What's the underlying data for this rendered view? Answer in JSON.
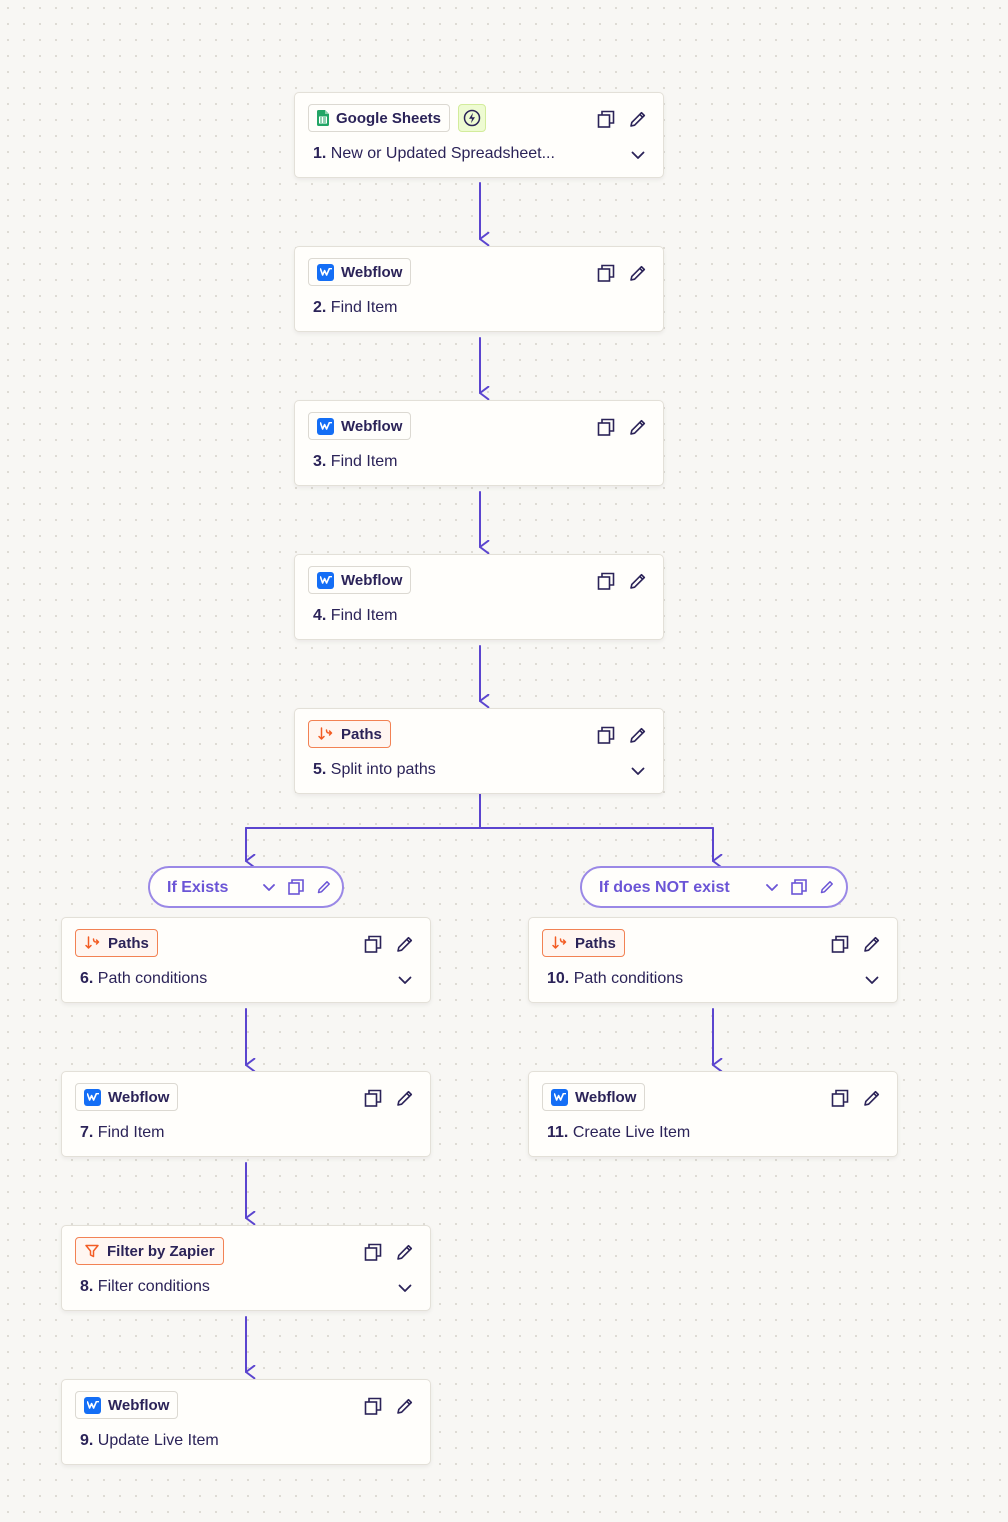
{
  "colors": {
    "wire": "#5b45cf",
    "branch_border": "#9a88e6",
    "branch_text": "#6b55d6",
    "webflow_blue": "#146ef5",
    "paths_orange": "#f25c24",
    "sheets_green": "#23a566",
    "trigger_bolt_bg": "#eefbd2",
    "text": "#2b2358"
  },
  "icons": {
    "copy": "copy-icon",
    "edit": "pencil-icon",
    "expand": "chevron-down-icon",
    "trigger": "bolt-icon",
    "sheets": "google-sheets-icon",
    "webflow": "webflow-icon",
    "paths": "paths-icon",
    "filter": "filter-icon"
  },
  "steps": [
    {
      "id": 1,
      "app": "Google Sheets",
      "kind": "sheets",
      "number": "1.",
      "title": "New or Updated Spreadsheet...",
      "expandable": true,
      "trigger": true
    },
    {
      "id": 2,
      "app": "Webflow",
      "kind": "webflow",
      "number": "2.",
      "title": "Find Item",
      "expandable": false
    },
    {
      "id": 3,
      "app": "Webflow",
      "kind": "webflow",
      "number": "3.",
      "title": "Find Item",
      "expandable": false
    },
    {
      "id": 4,
      "app": "Webflow",
      "kind": "webflow",
      "number": "4.",
      "title": "Find Item",
      "expandable": false
    },
    {
      "id": 5,
      "app": "Paths",
      "kind": "paths",
      "number": "5.",
      "title": "Split into paths",
      "expandable": true
    },
    {
      "id": 6,
      "app": "Paths",
      "kind": "paths",
      "number": "6.",
      "title": "Path conditions",
      "expandable": true
    },
    {
      "id": 7,
      "app": "Webflow",
      "kind": "webflow",
      "number": "7.",
      "title": "Find Item",
      "expandable": false
    },
    {
      "id": 8,
      "app": "Filter by Zapier",
      "kind": "filter",
      "number": "8.",
      "title": "Filter conditions",
      "expandable": true
    },
    {
      "id": 9,
      "app": "Webflow",
      "kind": "webflow",
      "number": "9.",
      "title": "Update Live Item",
      "expandable": false
    },
    {
      "id": 10,
      "app": "Paths",
      "kind": "paths",
      "number": "10.",
      "title": "Path conditions",
      "expandable": true
    },
    {
      "id": 11,
      "app": "Webflow",
      "kind": "webflow",
      "number": "11.",
      "title": "Create Live Item",
      "expandable": false
    }
  ],
  "branches": [
    {
      "id": "left",
      "label": "If Exists"
    },
    {
      "id": "right",
      "label": "If does NOT exist"
    }
  ]
}
